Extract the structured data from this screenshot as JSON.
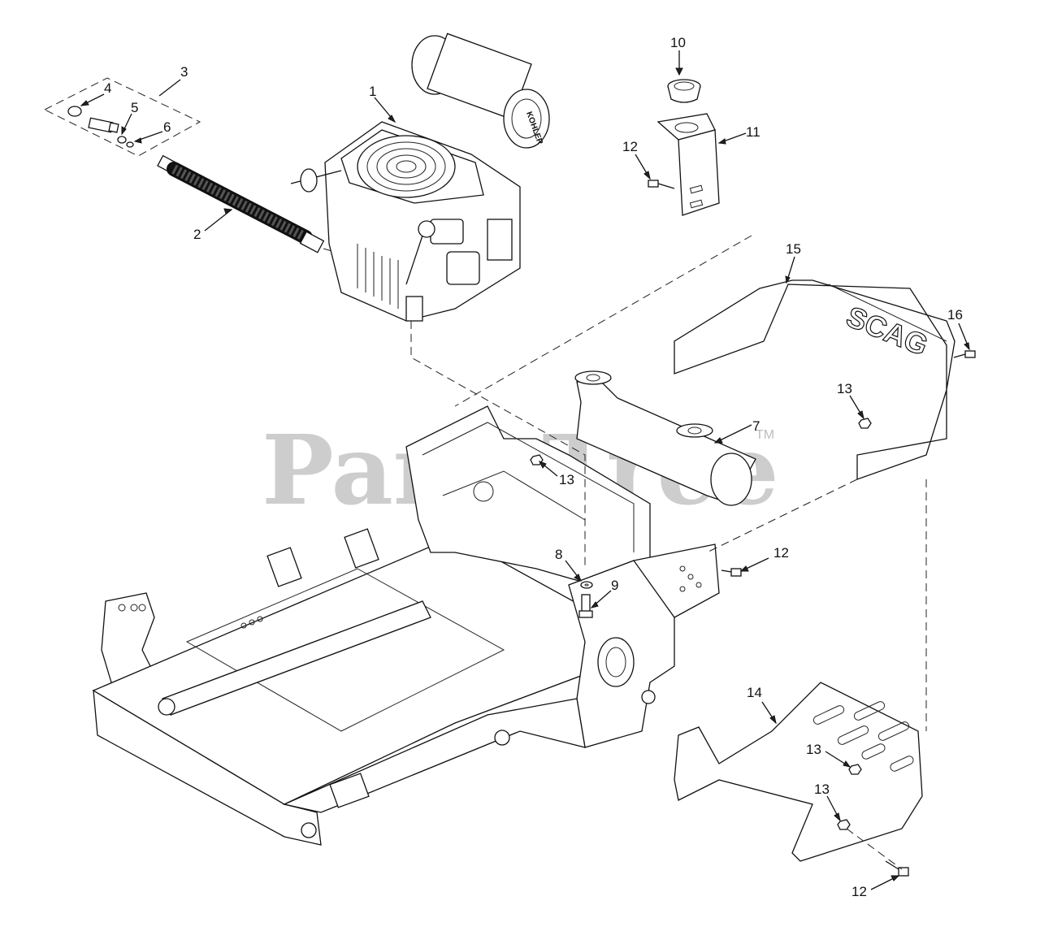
{
  "watermark": {
    "text": "PartsTree",
    "tm": "TM"
  },
  "brand_labels": {
    "guard": "SCAG",
    "engine": "KOHLER"
  },
  "callouts": [
    {
      "id": "c1",
      "text": "1"
    },
    {
      "id": "c2",
      "text": "2"
    },
    {
      "id": "c3",
      "text": "3"
    },
    {
      "id": "c4",
      "text": "4"
    },
    {
      "id": "c5",
      "text": "5"
    },
    {
      "id": "c6",
      "text": "6"
    },
    {
      "id": "c7",
      "text": "7"
    },
    {
      "id": "c8",
      "text": "8"
    },
    {
      "id": "c9",
      "text": "9"
    },
    {
      "id": "c10",
      "text": "10"
    },
    {
      "id": "c11",
      "text": "11"
    },
    {
      "id": "c12a",
      "text": "12"
    },
    {
      "id": "c12b",
      "text": "12"
    },
    {
      "id": "c12c",
      "text": "12"
    },
    {
      "id": "c13a",
      "text": "13"
    },
    {
      "id": "c13b",
      "text": "13"
    },
    {
      "id": "c13c",
      "text": "13"
    },
    {
      "id": "c13d",
      "text": "13"
    },
    {
      "id": "c14",
      "text": "14"
    },
    {
      "id": "c15",
      "text": "15"
    },
    {
      "id": "c16",
      "text": "16"
    }
  ]
}
